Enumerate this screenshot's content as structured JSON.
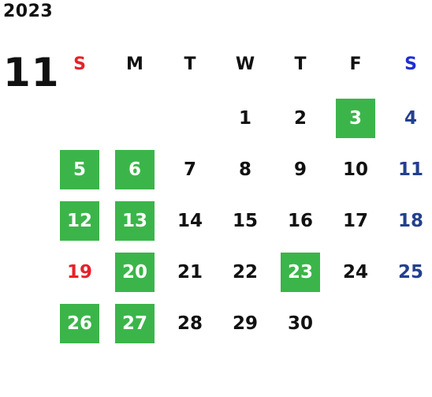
{
  "header": {
    "year": "2023",
    "month": "11"
  },
  "weekdays": [
    {
      "label": "S",
      "color": "#e8202a"
    },
    {
      "label": "M",
      "color": "#111111"
    },
    {
      "label": "T",
      "color": "#111111"
    },
    {
      "label": "W",
      "color": "#111111"
    },
    {
      "label": "T",
      "color": "#111111"
    },
    {
      "label": "F",
      "color": "#111111"
    },
    {
      "label": "S",
      "color": "#1f2fd0"
    }
  ],
  "colors": {
    "highlight_bg": "#3bb54a",
    "highlight_text": "#ffffff",
    "sunday": "#e8202a",
    "saturday": "#23408e",
    "weekday": "#111111"
  },
  "weeks": [
    [
      null,
      null,
      null,
      {
        "day": "1"
      },
      {
        "day": "2"
      },
      {
        "day": "3",
        "highlight": true
      },
      {
        "day": "4"
      }
    ],
    [
      {
        "day": "5",
        "highlight": true
      },
      {
        "day": "6",
        "highlight": true
      },
      {
        "day": "7"
      },
      {
        "day": "8"
      },
      {
        "day": "9"
      },
      {
        "day": "10"
      },
      {
        "day": "11"
      }
    ],
    [
      {
        "day": "12",
        "highlight": true
      },
      {
        "day": "13",
        "highlight": true
      },
      {
        "day": "14"
      },
      {
        "day": "15"
      },
      {
        "day": "16"
      },
      {
        "day": "17"
      },
      {
        "day": "18"
      }
    ],
    [
      {
        "day": "19"
      },
      {
        "day": "20",
        "highlight": true
      },
      {
        "day": "21"
      },
      {
        "day": "22"
      },
      {
        "day": "23",
        "highlight": true
      },
      {
        "day": "24"
      },
      {
        "day": "25"
      }
    ],
    [
      {
        "day": "26",
        "highlight": true
      },
      {
        "day": "27",
        "highlight": true
      },
      {
        "day": "28"
      },
      {
        "day": "29"
      },
      {
        "day": "30"
      },
      null,
      null
    ]
  ]
}
